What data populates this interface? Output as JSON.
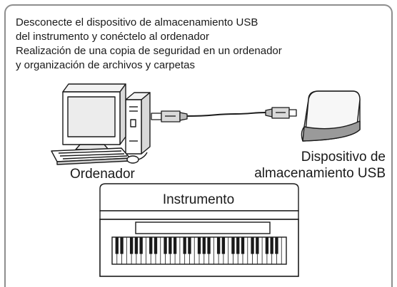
{
  "caption": {
    "line1": "Desconecte el dispositivo de almacenamiento USB",
    "line2": "del instrumento y conéctelo al ordenador",
    "line3": "Realización de una copia de seguridad en un ordenador",
    "line4": "y organización de archivos y carpetas"
  },
  "labels": {
    "computer": "Ordenador",
    "storage_line1": "Dispositivo de",
    "storage_line2": "almacenamiento USB",
    "instrument": "Instrumento"
  },
  "icons": [
    "computer-icon",
    "usb-cable-icon",
    "usb-storage-device-icon",
    "keyboard-instrument-icon"
  ],
  "colors": {
    "frame": "#8e8e8e",
    "line": "#1a1a1a",
    "shade": "#d9d9d9"
  }
}
